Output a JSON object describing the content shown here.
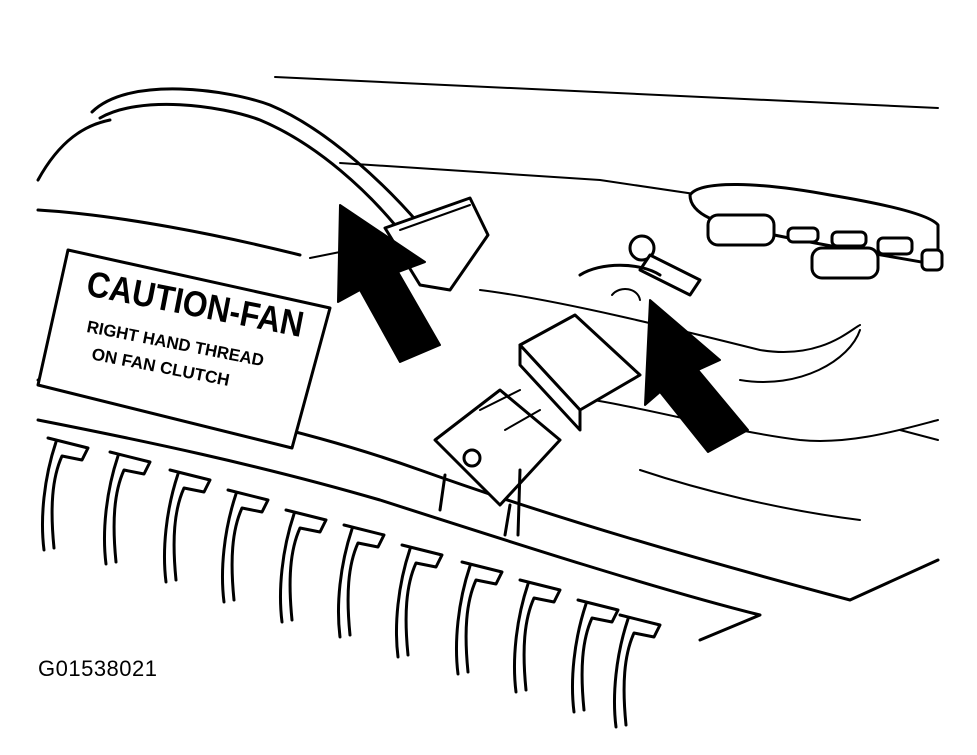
{
  "label": {
    "line1": "CAUTION-FAN",
    "line2": "RIGHT HAND THREAD",
    "line3": "ON FAN CLUTCH"
  },
  "figure_id": "G01538021",
  "colors": {
    "ink": "#000000",
    "paper": "#ffffff"
  }
}
